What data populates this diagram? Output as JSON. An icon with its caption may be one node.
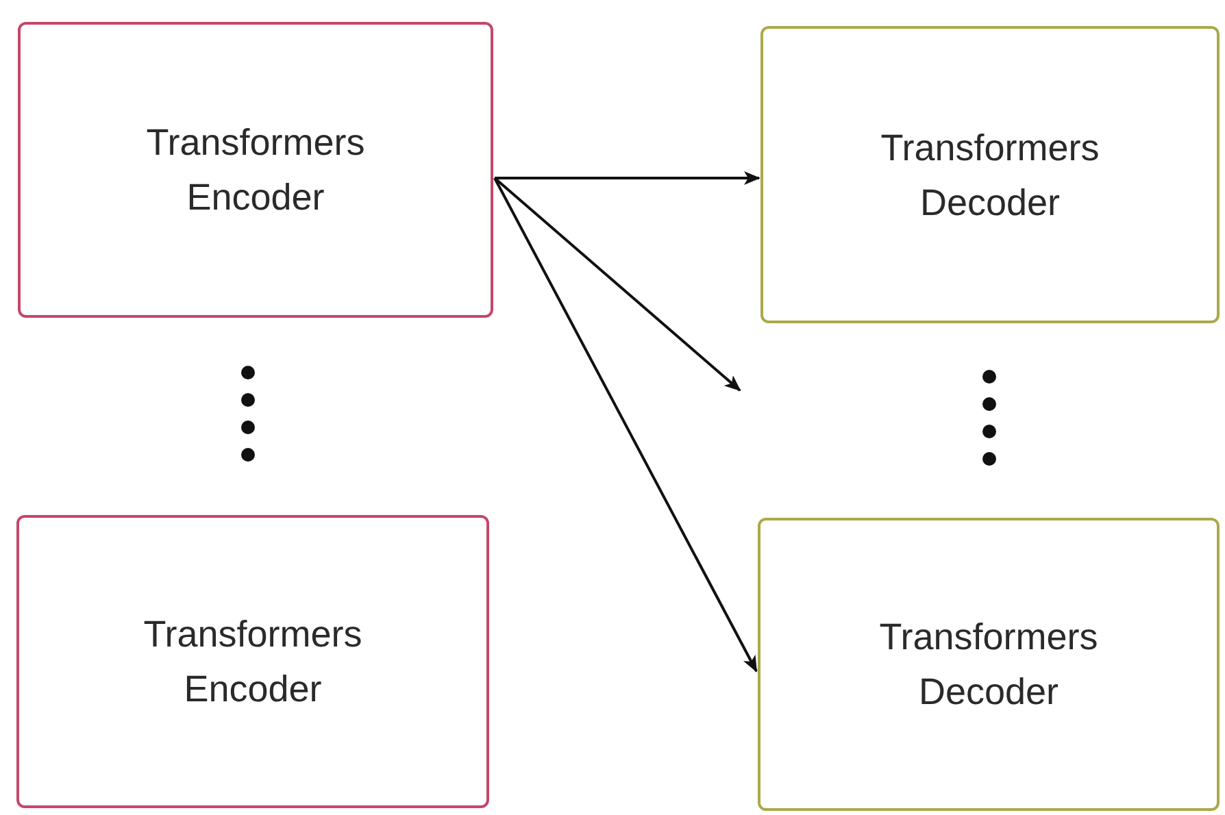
{
  "diagram": {
    "nodes": [
      {
        "text": [
          "Transformers Encoder"
        ]
      },
      {
        "text": [
          "Transformers Decoder"
        ]
      },
      {
        "text": [
          "Transformers Encoder"
        ]
      },
      {
        "text": [
          "Transformers Decoder"
        ]
      }
    ],
    "edges": [
      {
        "from": 0,
        "to": 1,
        "arrow": "to"
      },
      {
        "from": 0,
        "to": null,
        "arrow": "to"
      },
      {
        "from": 0,
        "to": 3,
        "arrow": "to"
      }
    ]
  }
}
